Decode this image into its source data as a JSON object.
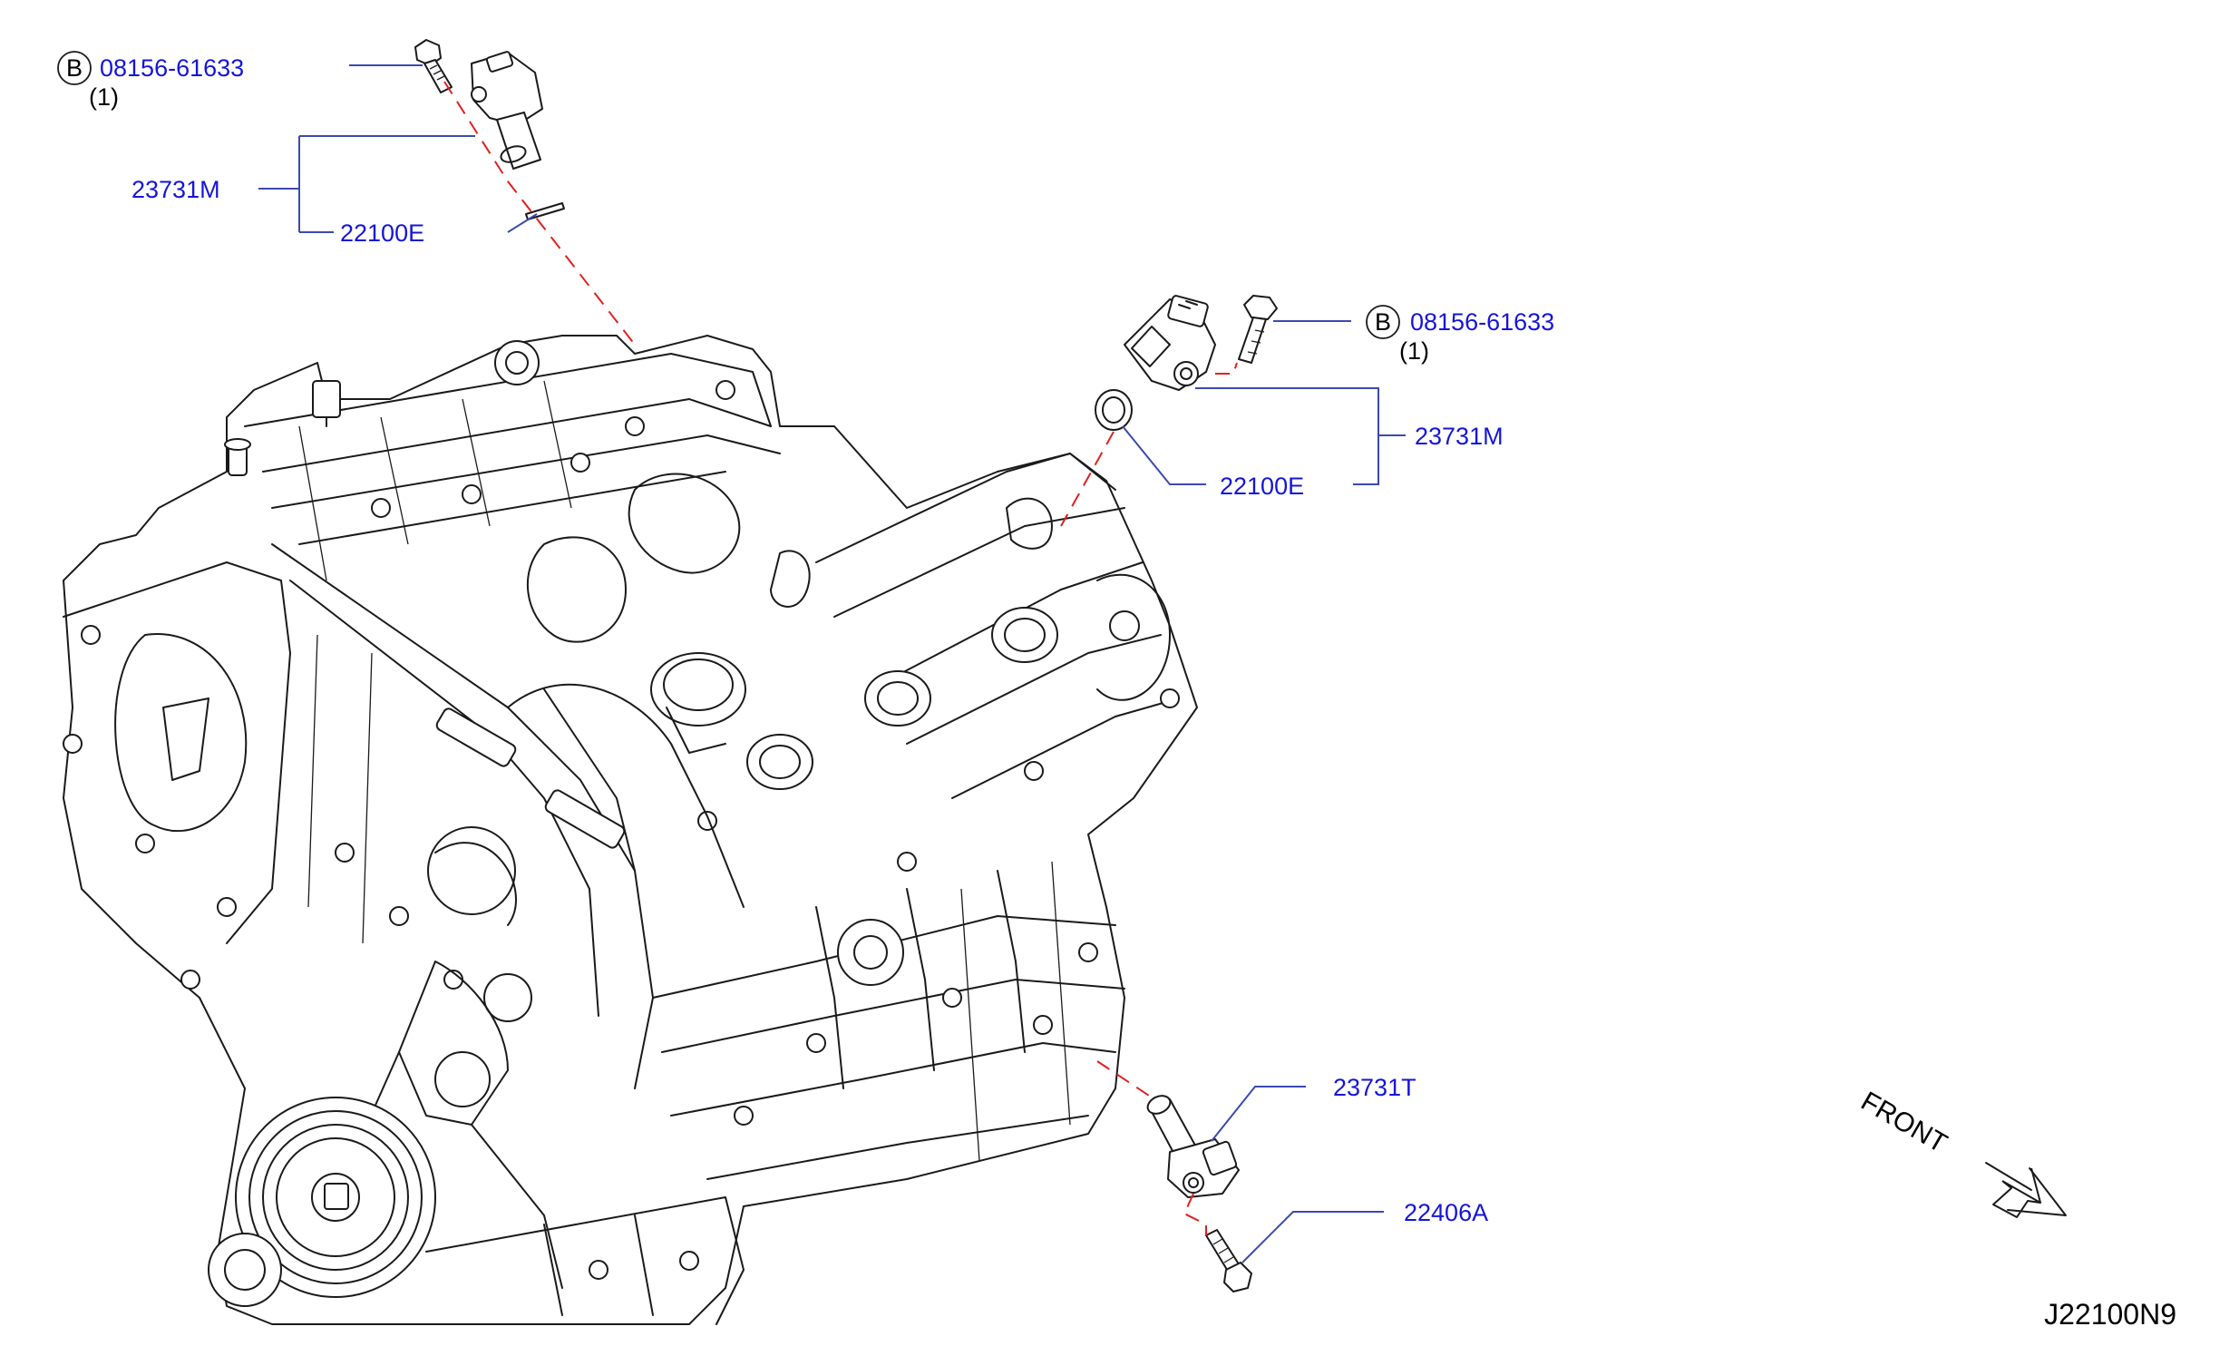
{
  "parts": {
    "bolt_top_left": {
      "marker": "B",
      "part_no": "08156-61633",
      "qty": "(1)"
    },
    "bolt_top_right": {
      "marker": "B",
      "part_no": "08156-61633",
      "qty": "(1)"
    },
    "sensor_left": "23731M",
    "oring_left": "22100E",
    "sensor_right": "23731M",
    "oring_right": "22100E",
    "crank_sensor": "23731T",
    "crank_bolt": "22406A"
  },
  "front_label": "FRONT",
  "diagram_id": "J22100N9",
  "colors": {
    "label_blue": "#1515d9",
    "leader_line": "#3a4ab0",
    "dash_line": "#e02020",
    "line_art": "#1a1a1a"
  }
}
